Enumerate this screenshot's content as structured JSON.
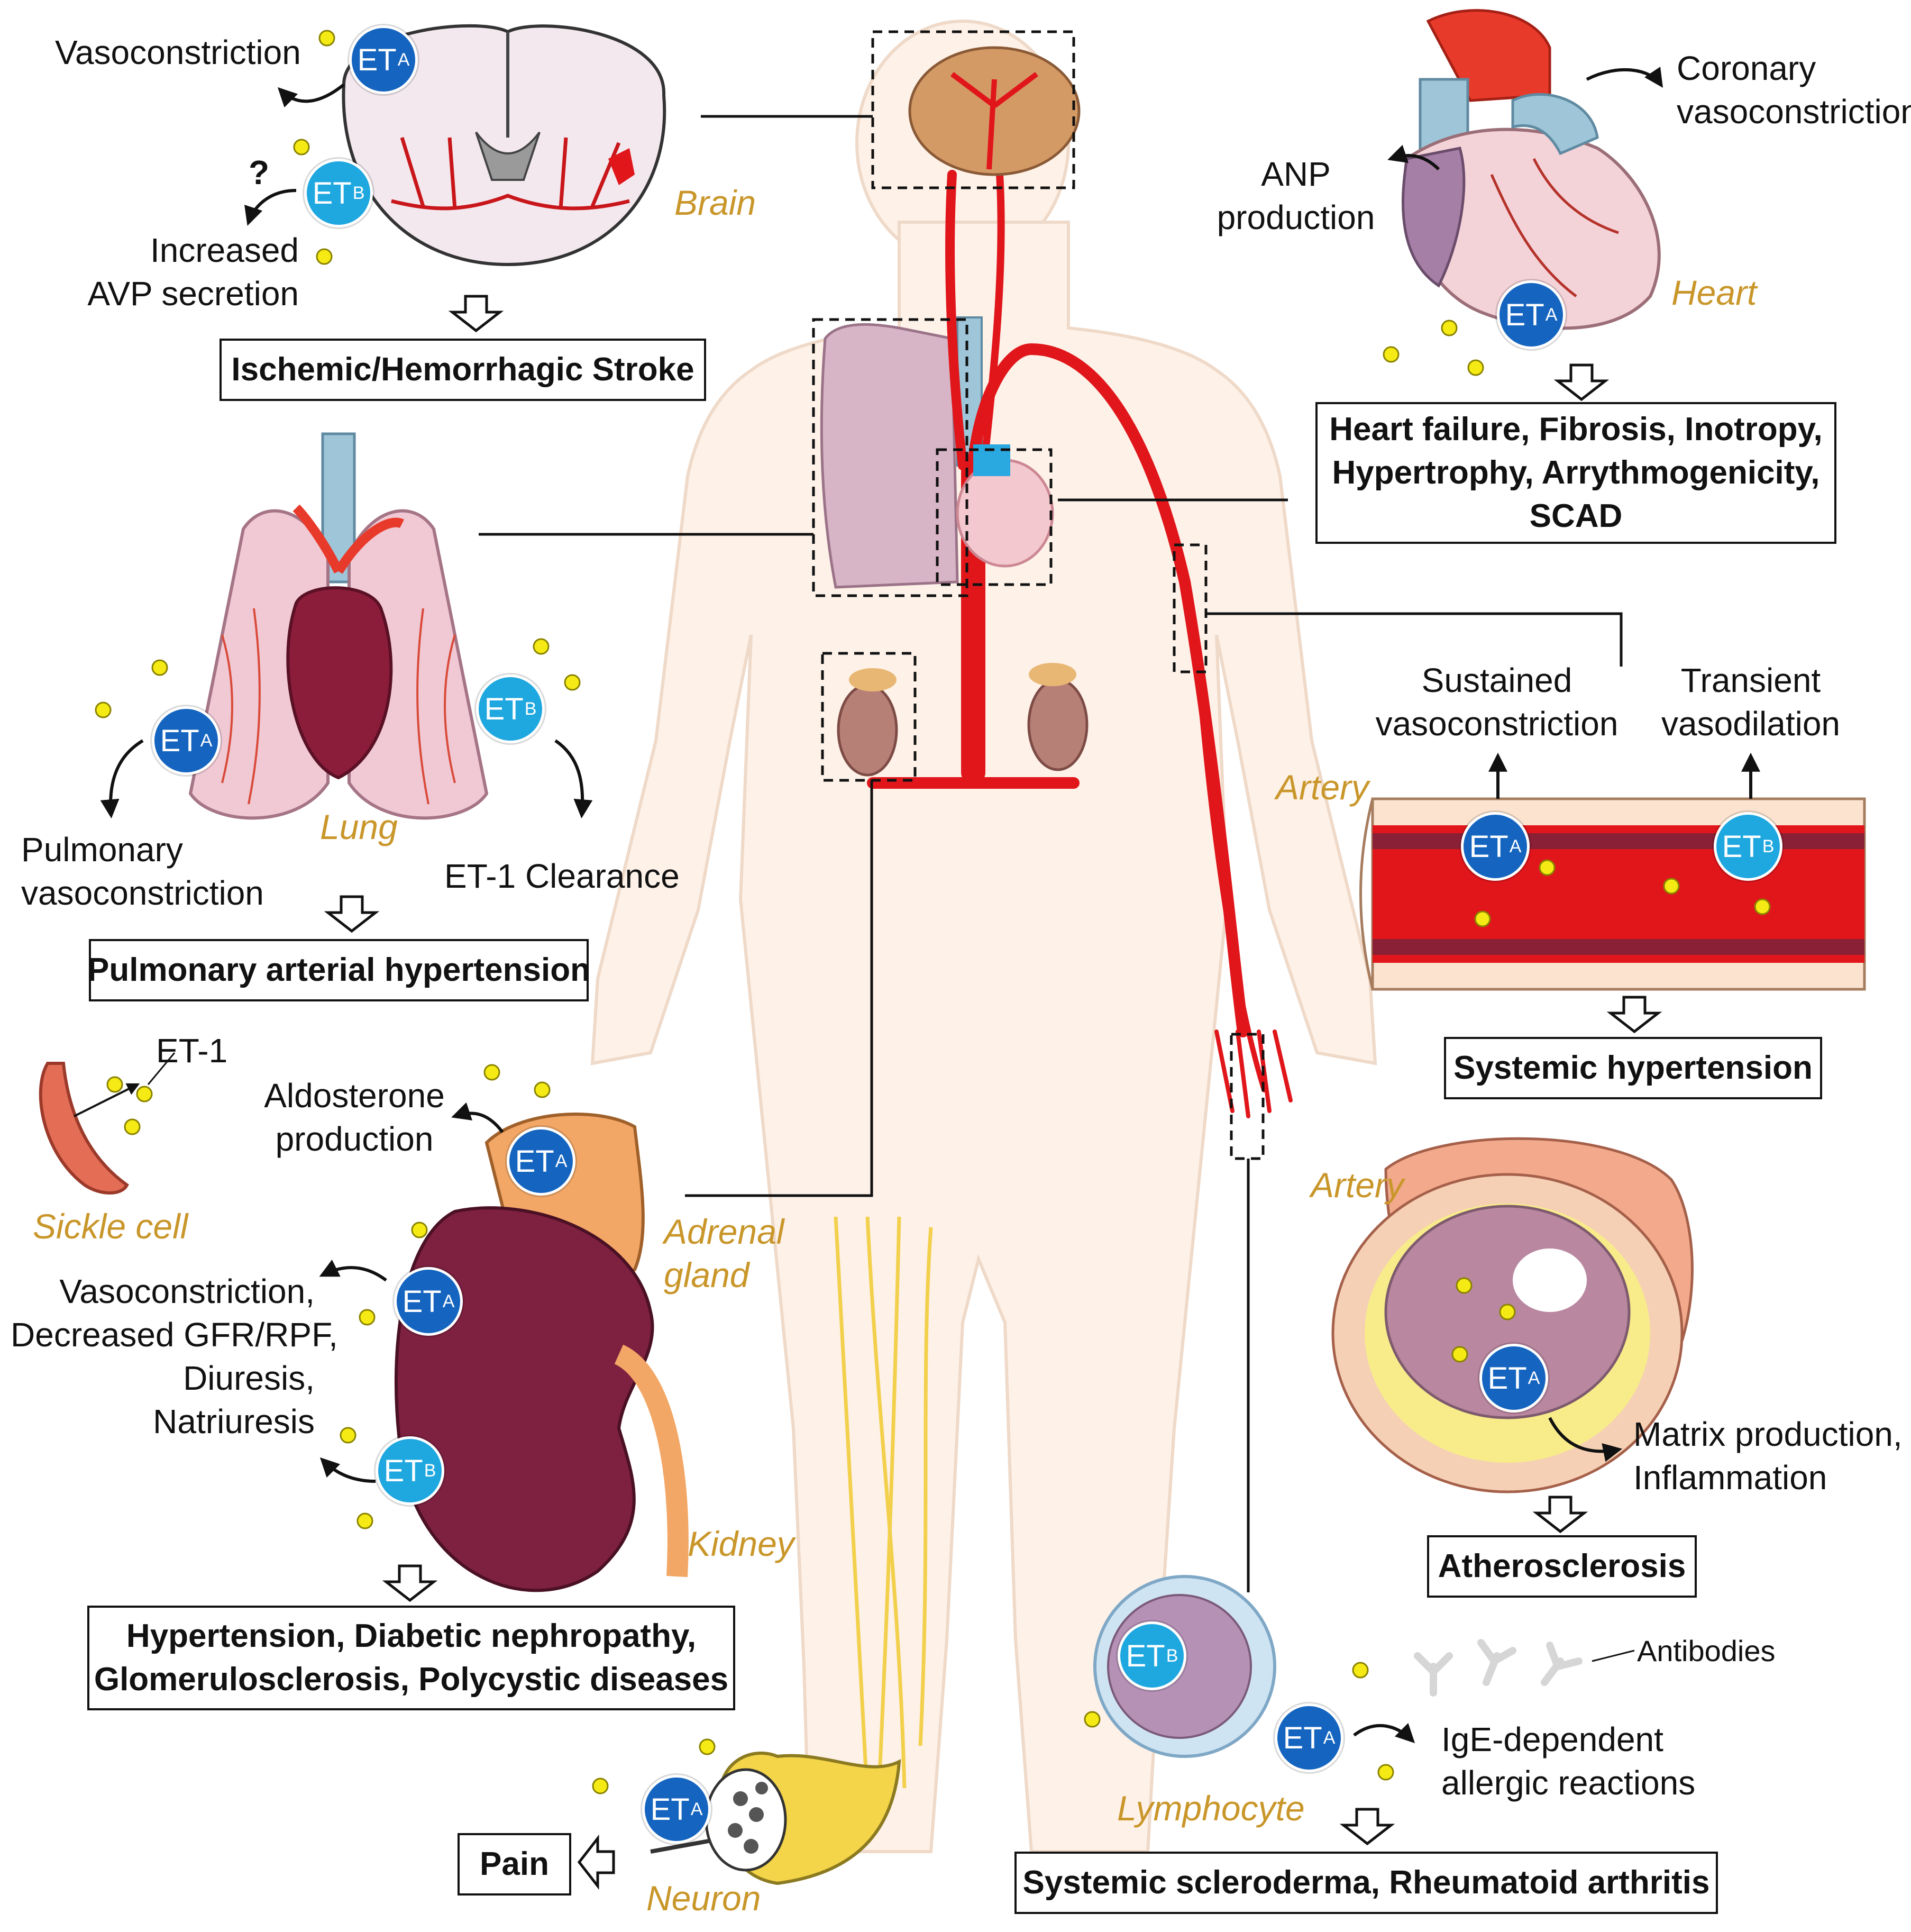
{
  "receptors": {
    "et": "ET",
    "a": "A",
    "b": "B"
  },
  "brain": {
    "vasoconstriction": "Vasoconstriction",
    "question": "?",
    "avp_line1": "Increased",
    "avp_line2": "AVP secretion",
    "organ": "Brain",
    "outcome": "Ischemic/Hemorrhagic Stroke"
  },
  "heart": {
    "coronary_line1": "Coronary",
    "coronary_line2": "vasoconstriction",
    "anp_line1": "ANP",
    "anp_line2": "production",
    "organ": "Heart",
    "outcome_line1": "Heart failure, Fibrosis, Inotropy,",
    "outcome_line2": "Hypertrophy, Arrythmogenicity,",
    "outcome_line3": "SCAD"
  },
  "lung": {
    "pulm_line1": "Pulmonary",
    "pulm_line2": "vasoconstriction",
    "clearance": "ET-1 Clearance",
    "organ": "Lung",
    "outcome": "Pulmonary arterial hypertension"
  },
  "artery_top": {
    "sustained_line1": "Sustained",
    "sustained_line2": "vasoconstriction",
    "transient_line1": "Transient",
    "transient_line2": "vasodilation",
    "organ": "Artery",
    "outcome": "Systemic hypertension"
  },
  "sickle": {
    "et1": "ET-1",
    "label": "Sickle cell"
  },
  "adrenal": {
    "aldo_line1": "Aldosterone",
    "aldo_line2": "production",
    "organ_line1": "Adrenal",
    "organ_line2": "gland"
  },
  "kidney": {
    "effects": [
      "Vasoconstriction,",
      "Decreased GFR/RPF,",
      "Diuresis,",
      "Natriuresis"
    ],
    "organ": "Kidney",
    "outcome_line1": "Hypertension, Diabetic nephropathy,",
    "outcome_line2": "Glomerulosclerosis, Polycystic diseases"
  },
  "artery_bottom": {
    "organ": "Artery",
    "matrix_line1": "Matrix production,",
    "matrix_line2": "Inflammation",
    "outcome": "Atherosclerosis"
  },
  "lymphocyte": {
    "antibodies": "Antibodies",
    "ige_line1": "IgE-dependent",
    "ige_line2": "allergic reactions",
    "organ": "Lymphocyte",
    "outcome": "Systemic scleroderma, Rheumatoid arthritis"
  },
  "neuron": {
    "organ": "Neuron",
    "outcome": "Pain"
  },
  "colors": {
    "et_a": "#1565c0",
    "et_b": "#1fa7e0",
    "endothelin_dot": "#f5ea14",
    "organ_label": "#c9962a",
    "vessel": "#e0161b",
    "skin": "#fdf1e8"
  }
}
